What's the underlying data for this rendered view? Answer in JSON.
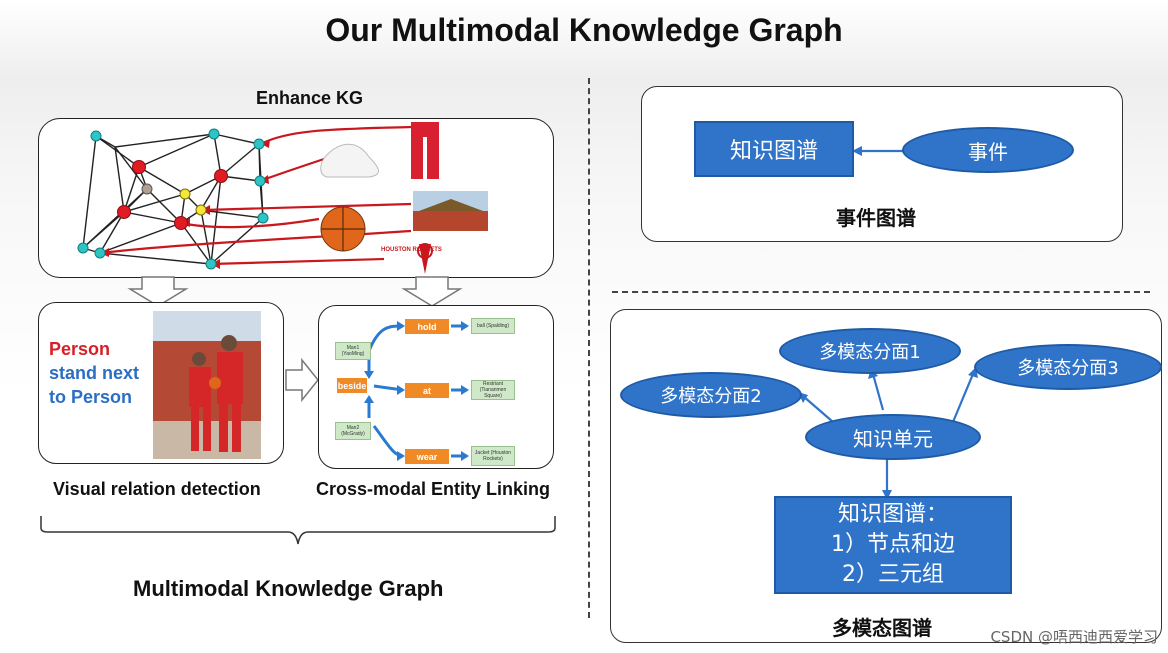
{
  "title": "Our Multimodal Knowledge Graph",
  "left": {
    "enhance_kg_label": "Enhance KG",
    "vrd_caption": [
      "Person",
      "stand next",
      "to Person"
    ],
    "vrd_label": "Visual relation detection",
    "cmel_label": "Cross-modal Entity Linking",
    "relations": [
      "hold",
      "beside",
      "at",
      "wear"
    ],
    "entities": [
      "Man1 (YaoMing)",
      "Man2 (McGrady)",
      "ball (Spalding)",
      "Restriant (Tiananmen Square)",
      "Jacket (Houston Rockets)"
    ],
    "logo_text": "HOUSTON ROCKETS",
    "bottom_label": "Multimodal Knowledge Graph"
  },
  "right_top": {
    "kg_box": "知识图谱",
    "event_ellipse": "事件",
    "label": "事件图谱"
  },
  "right_bottom": {
    "aspect1": "多模态分面1",
    "aspect2": "多模态分面2",
    "aspect3": "多模态分面3",
    "unit": "知识单元",
    "kg_box_lines": [
      "知识图谱：",
      "1）节点和边",
      "2）三元组"
    ],
    "label": "多模态图谱"
  },
  "watermark": "CSDN @唔西迪西爱学习",
  "colors": {
    "accent_blue": "#2f74c9",
    "red": "#d62728",
    "orange": "#f08a26",
    "cyan_node": "#2ec4c4"
  }
}
